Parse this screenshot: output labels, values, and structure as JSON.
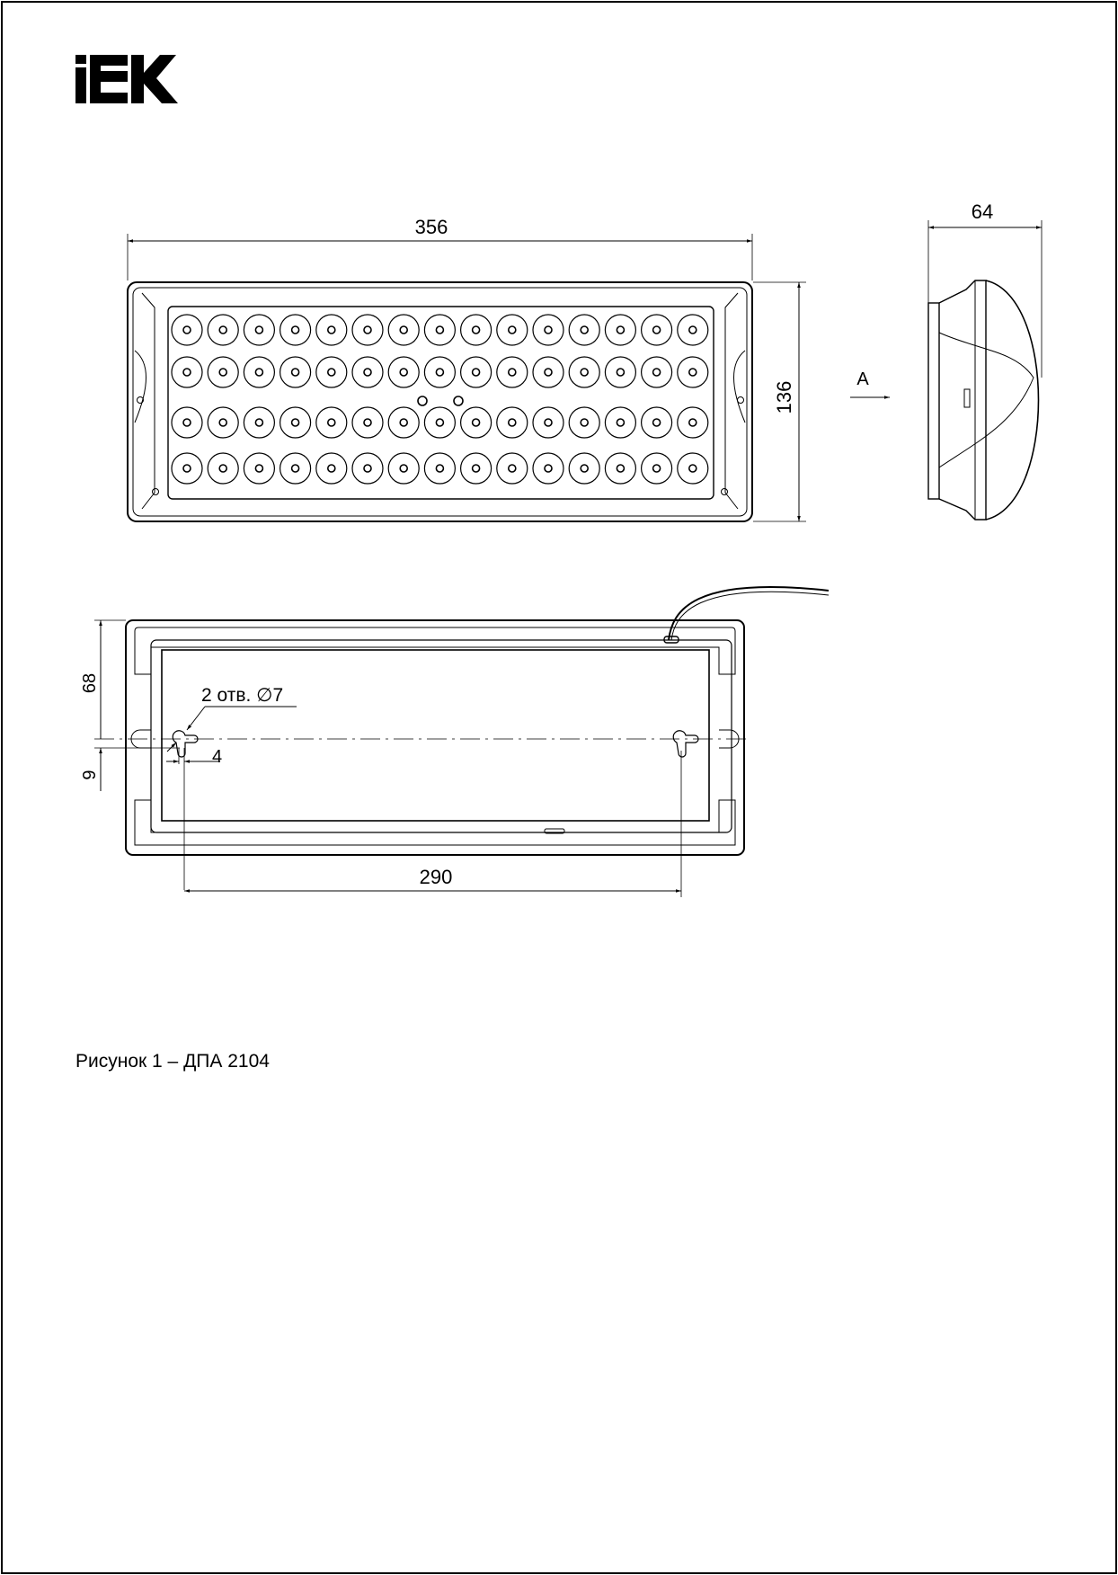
{
  "logo": {
    "text": "IEK"
  },
  "front_view": {
    "width_label": "356",
    "height_label": "136",
    "led_rows": 4,
    "led_cols": 15
  },
  "side_view": {
    "depth_label": "64",
    "view_arrow_label": "A"
  },
  "back_view": {
    "top_offset_label": "68",
    "lower_offset_label": "9",
    "hole_note": "2 отв. ∅7",
    "slot_width_label": "4",
    "hole_spacing_label": "290"
  },
  "caption": "Рисунок 1 – ДПА 2104",
  "colors": {
    "line": "#000000",
    "background": "#ffffff"
  }
}
